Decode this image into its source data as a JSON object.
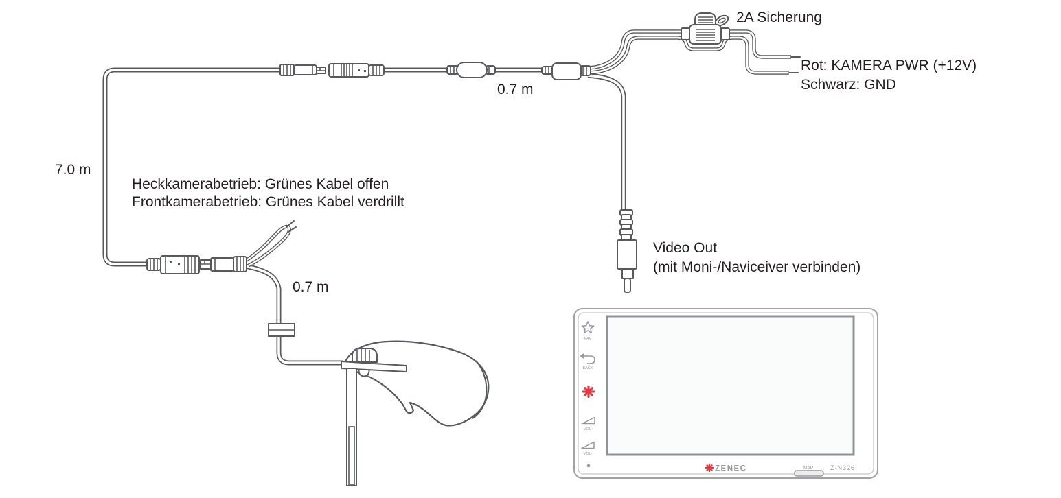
{
  "labels": {
    "fuse": "2A Sicherung",
    "power_red": "Rot: KAMERA PWR (+12V)",
    "ground_black": "Schwarz: GND",
    "cable_length_mid": "0.7 m",
    "cable_length_main": "7.0 m",
    "mode_rear": "Heckkamerabetrieb: Grünes Kabel offen",
    "mode_front": "Frontkamerabetrieb: Grünes Kabel verdrillt",
    "video_out_title": "Video Out",
    "video_out_note": "(mit Moni-/Naviceiver verbinden)",
    "cable_length_camera": "0.7 m"
  },
  "head_unit": {
    "brand": "ZENEC",
    "model": "Z-N326",
    "map_label": "MAP",
    "buttons": {
      "fav": "FAV",
      "back": "BACK",
      "vol_up": "VOL+",
      "vol_down": "VOL-"
    }
  },
  "colors": {
    "line_gray": "#58595b",
    "text_black": "#231f20",
    "accent_red": "#e23c42",
    "unit_gray": "#97999c"
  },
  "icons": {
    "fav": "star-icon",
    "back": "back-arrow-icon",
    "logo": "zenec-asterisk-icon",
    "vol_up": "volume-up-icon",
    "vol_down": "volume-down-icon",
    "mic": "mic-dot-icon"
  }
}
